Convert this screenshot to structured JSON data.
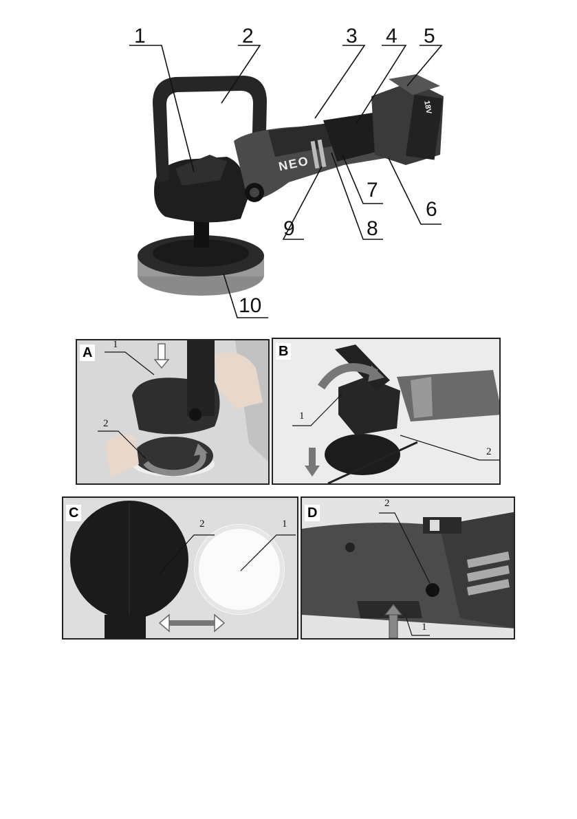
{
  "main_figure": {
    "callouts": [
      "1",
      "2",
      "3",
      "4",
      "5",
      "6",
      "7",
      "8",
      "9",
      "10"
    ],
    "brand": "NEO",
    "battery_label": "18V"
  },
  "panels": [
    {
      "letter": "A",
      "labels": [
        "1",
        "2"
      ]
    },
    {
      "letter": "B",
      "labels": [
        "1",
        "2"
      ]
    },
    {
      "letter": "C",
      "labels": [
        "2",
        "1"
      ]
    },
    {
      "letter": "D",
      "labels": [
        "2",
        "1"
      ]
    }
  ]
}
